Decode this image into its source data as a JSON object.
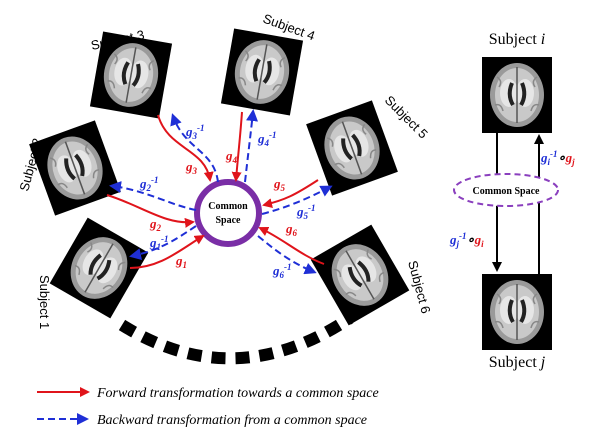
{
  "colors": {
    "forward": "#e0141b",
    "backward": "#1f2fd6",
    "ring": "#7a2ea6",
    "dash_ellipse": "#8a3fbe",
    "scan_bg": "#000000",
    "black": "#000000"
  },
  "center": {
    "label_line1": "Common",
    "label_line2": "Space"
  },
  "subjects": [
    {
      "name": "Subject 1"
    },
    {
      "name": "Subject 2"
    },
    {
      "name": "Subject 3"
    },
    {
      "name": "Subject 4"
    },
    {
      "name": "Subject 5"
    },
    {
      "name": "Subject 6"
    }
  ],
  "forward_labels": [
    "g",
    "g",
    "g",
    "g",
    "g",
    "g"
  ],
  "forward_subscripts": [
    "1",
    "2",
    "3",
    "4",
    "5",
    "6"
  ],
  "backward_labels": [
    "g",
    "g",
    "g",
    "g",
    "g",
    "g"
  ],
  "backward_subscripts": [
    "1",
    "2",
    "3",
    "4",
    "5",
    "6"
  ],
  "inverse_superscript": "-1",
  "legend": {
    "forward": "Forward transformation towards a common space",
    "backward": "Backward transformation from a common space"
  },
  "right_panel": {
    "top_subject_prefix": "Subject ",
    "top_subject_var": "i",
    "bottom_subject_prefix": "Subject ",
    "bottom_subject_var": "j",
    "common_space": "Common Space",
    "up_label": {
      "base1": "g",
      "sub1": "i",
      "sup": "-1",
      "op": "∘",
      "base2": "g",
      "sub2": "j"
    },
    "down_label": {
      "base1": "g",
      "sub1": "j",
      "sup": "-1",
      "op": "∘",
      "base2": "g",
      "sub2": "i"
    }
  },
  "icons": {
    "brain_scan": "brain-mri-slice",
    "forward_arrow": "solid-arrow",
    "backward_arrow": "dashed-arrow"
  }
}
